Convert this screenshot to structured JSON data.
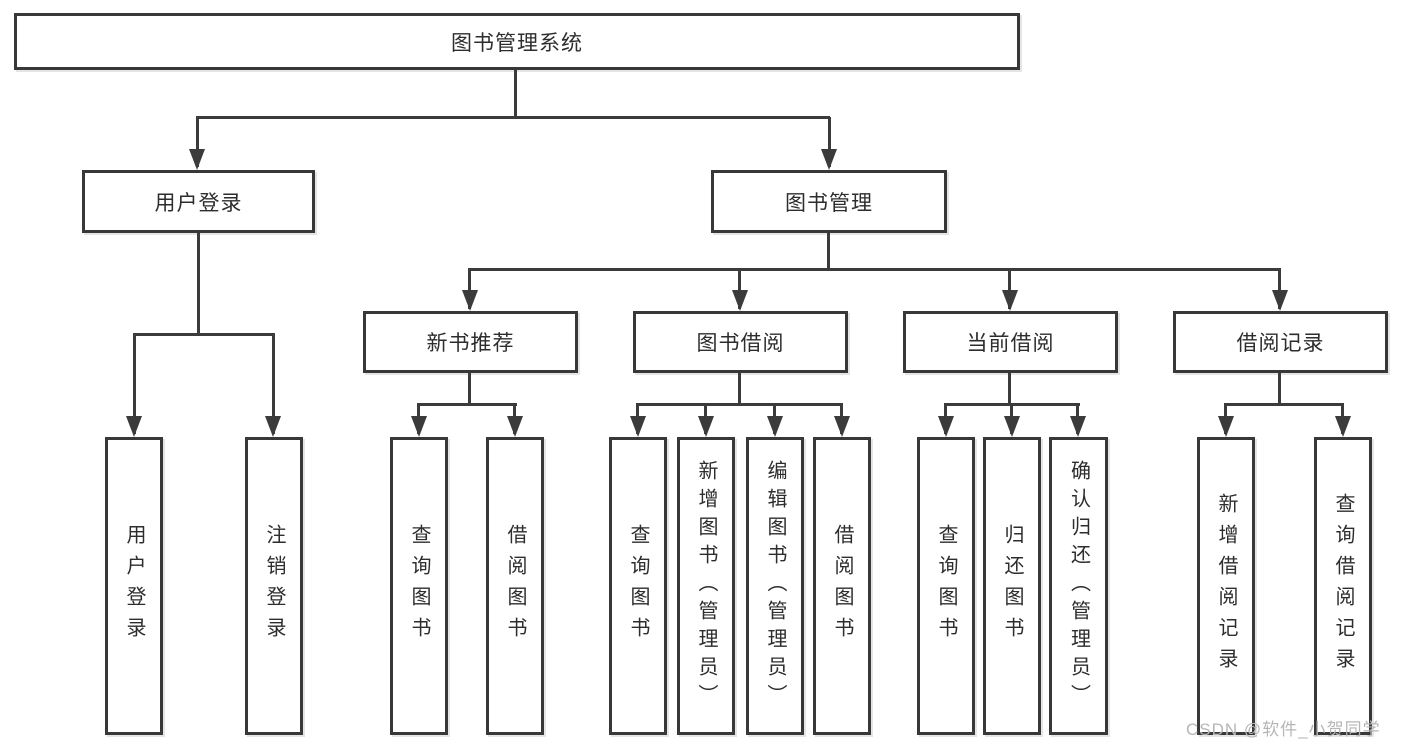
{
  "diagram": {
    "title": "图书管理系统",
    "level2": {
      "user_login": "用户登录",
      "book_mgmt": "图书管理"
    },
    "level3": {
      "new_books": "新书推荐",
      "borrowing": "图书借阅",
      "current": "当前借阅",
      "records": "借阅记录"
    },
    "level4": {
      "user_login_children": [
        "用户登录",
        "注销登录"
      ],
      "new_books_children": [
        "查询图书",
        "借阅图书"
      ],
      "borrowing_children": [
        "查询图书",
        "新增图书（管理员）",
        "编辑图书（管理员）",
        "借阅图书"
      ],
      "current_children": [
        "查询图书",
        "归还图书",
        "确认归还（管理员）"
      ],
      "records_children": [
        "新增借阅记录",
        "查询借阅记录"
      ]
    }
  },
  "watermark": "CSDN @软件_小贺同学",
  "colors": {
    "line": "#3b3b3b",
    "border": "#383838",
    "text": "#2d2d2d",
    "watermark": "#b6b6b6",
    "background": "#ffffff"
  }
}
